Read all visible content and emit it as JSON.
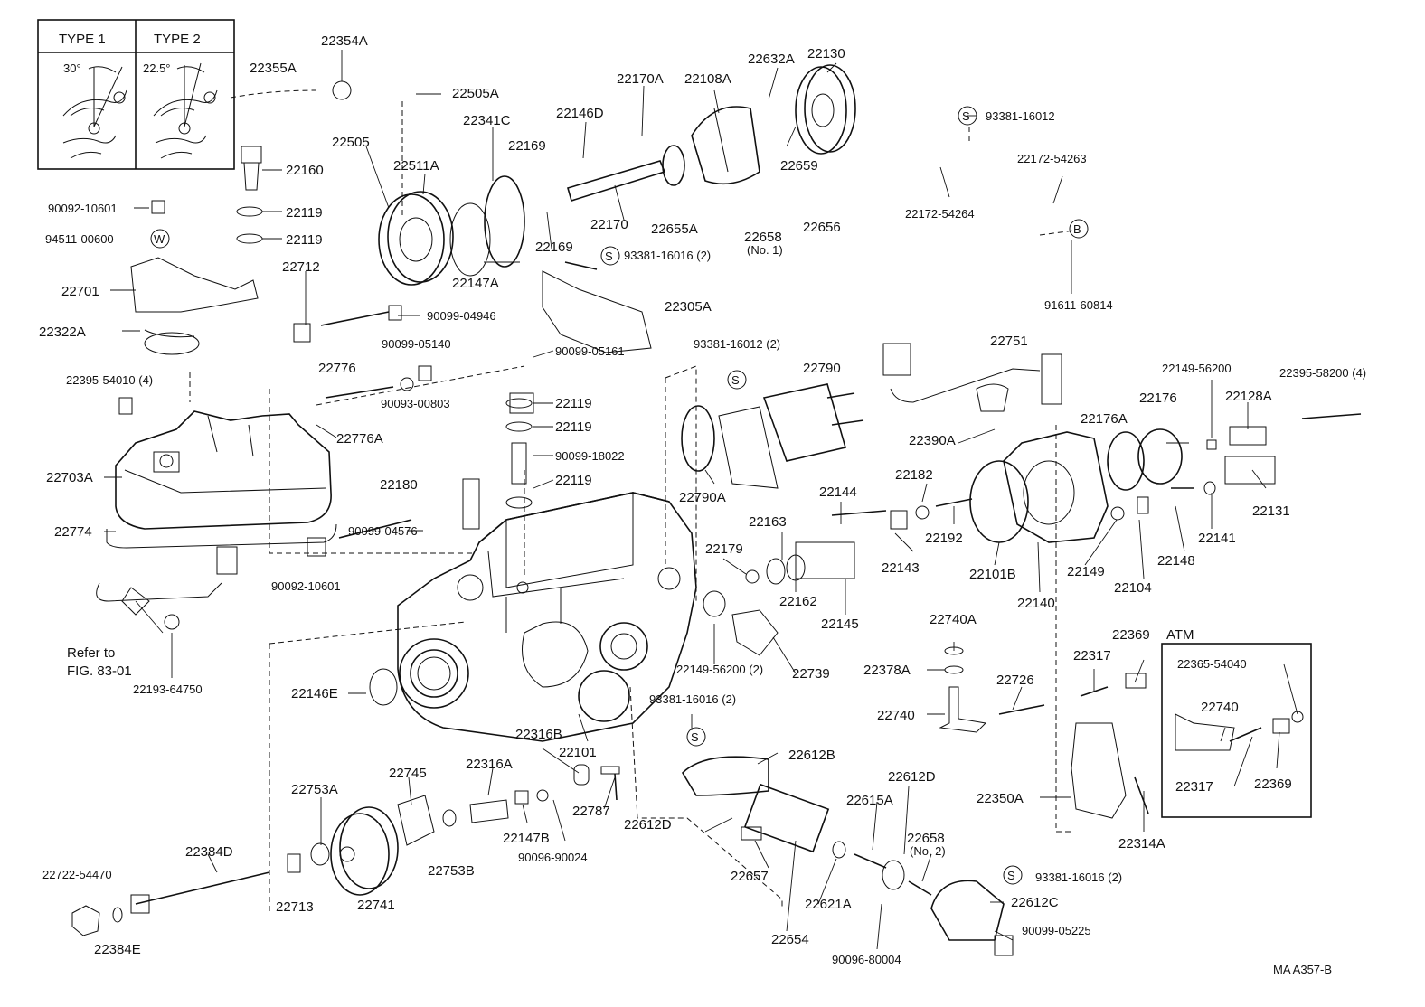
{
  "type_box": {
    "type1": "TYPE 1",
    "type2": "TYPE 2",
    "angle1": "30°",
    "angle2": "22.5°"
  },
  "s_symbol": "S",
  "w_symbol": "W",
  "b_symbol": "B",
  "labels": {
    "22354A": "22354A",
    "22355A": "22355A",
    "22505A": "22505A",
    "22170A": "22170A",
    "22108A": "22108A",
    "22632A": "22632A",
    "22130": "22130",
    "93381_16012_top": "93381-16012",
    "22146D": "22146D",
    "22341C": "22341C",
    "22505": "22505",
    "22511A": "22511A",
    "22169_top": "22169",
    "22659": "22659",
    "22172_54263": "22172-54263",
    "22160": "22160",
    "90092_10601_top": "90092-10601",
    "22119_a": "22119",
    "94511_00600": "94511-00600",
    "22119_b": "22119",
    "22170": "22170",
    "22655A": "22655A",
    "22658_n1": "22658",
    "no1": "(No. 1)",
    "22656": "22656",
    "22172_54264": "22172-54264",
    "22147A": "22147A",
    "22169_bot": "22169",
    "93381_16016_a": "93381-16016 (2)",
    "91611_60814": "91611-60814",
    "22712": "22712",
    "22701": "22701",
    "22305A": "22305A",
    "22322A": "22322A",
    "90099_04946": "90099-04946",
    "90099_05140": "90099-05140",
    "93381_16012_b": "93381-16012 (2)",
    "22751": "22751",
    "22395_54010": "22395-54010 (4)",
    "22776": "22776",
    "90099_05161": "90099-05161",
    "22790": "22790",
    "22149_56200_r": "22149-56200",
    "22395_58200": "22395-58200 (4)",
    "22119_c": "22119",
    "90093_00803": "90093-00803",
    "22176": "22176",
    "22128A": "22128A",
    "22776A": "22776A",
    "22119_d": "22119",
    "22390A": "22390A",
    "22176A": "22176A",
    "90099_18022": "90099-18022",
    "22703A": "22703A",
    "22790A": "22790A",
    "22182": "22182",
    "22180": "22180",
    "22119_e": "22119",
    "22144": "22144",
    "22131": "22131",
    "22774": "22774",
    "22163": "22163",
    "22192": "22192",
    "90099_04576": "90099-04576",
    "22141": "22141",
    "22179": "22179",
    "22143": "22143",
    "22101B": "22101B",
    "22149_r": "22149",
    "22148": "22148",
    "90092_10601_b": "90092-10601",
    "22162": "22162",
    "22140": "22140",
    "22104": "22104",
    "22145": "22145",
    "22740A": "22740A",
    "refer_to": "Refer to",
    "fig_ref": "FIG. 83-01",
    "22369_atm": "22369",
    "atm": "ATM",
    "22149_56200_b": "22149-56200 (2)",
    "22739": "22739",
    "22378A": "22378A",
    "22317_a": "22317",
    "22365_54040": "22365-54040",
    "22193_64750": "22193-64750",
    "22146E": "22146E",
    "93381_16016_b": "93381-16016 (2)",
    "22726": "22726",
    "22740_in": "22740",
    "22740": "22740",
    "22316B": "22316B",
    "22101": "22101",
    "22612B": "22612B",
    "22317_in": "22317",
    "22369_in": "22369",
    "22745": "22745",
    "22316A": "22316A",
    "22787": "22787",
    "22753A": "22753A",
    "22612D_a": "22612D",
    "22350A": "22350A",
    "22615A": "22615A",
    "22147B": "22147B",
    "22612D_b": "22612D",
    "22314A": "22314A",
    "22384D": "22384D",
    "90096_90024": "90096-90024",
    "22658_n2": "22658",
    "no2": "(No. 2)",
    "22753B": "22753B",
    "22722_54470": "22722-54470",
    "22657": "22657",
    "93381_16016_c": "93381-16016 (2)",
    "22713": "22713",
    "22741": "22741",
    "22621A": "22621A",
    "22612C": "22612C",
    "22384E": "22384E",
    "22654": "22654",
    "90099_05225": "90099-05225",
    "90096_80004": "90096-80004",
    "code": "MA  A357-B"
  }
}
